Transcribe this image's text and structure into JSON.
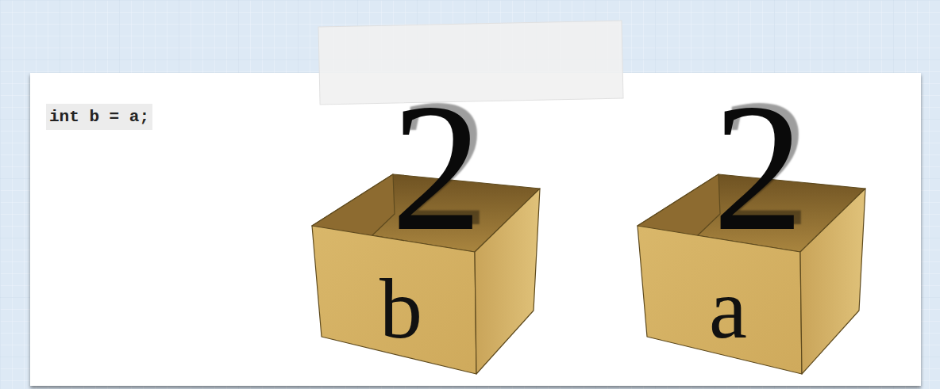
{
  "diagram": {
    "nodes": [
      {
        "text": [
          "2",
          "b"
        ]
      },
      {
        "text": [
          "2",
          "a"
        ]
      }
    ],
    "labels": [
      "int b = a;"
    ]
  }
}
